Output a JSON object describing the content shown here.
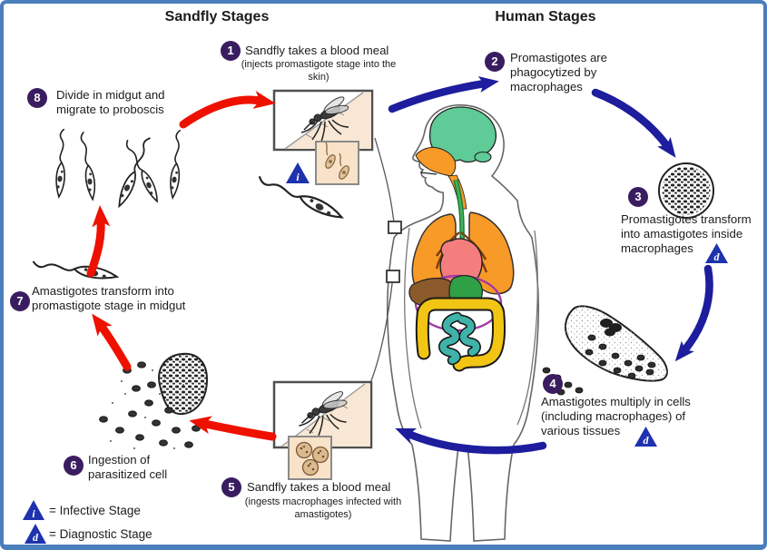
{
  "titles": {
    "left": "Sandfly Stages",
    "right": "Human Stages"
  },
  "stages": [
    {
      "num": "1",
      "text": "Sandfly takes a blood meal",
      "subtext": "(injects promastigote stage into the skin)",
      "marker": "i"
    },
    {
      "num": "2",
      "text": "Promastigotes are phagocytized by macrophages"
    },
    {
      "num": "3",
      "text": "Promastigotes transform into amastigotes inside macrophages",
      "marker": "d"
    },
    {
      "num": "4",
      "text": "Amastigotes multiply in cells (including macrophages) of various tissues",
      "marker": "d"
    },
    {
      "num": "5",
      "text": "Sandfly takes a blood meal",
      "subtext": "(ingests macrophages infected with amastigotes)"
    },
    {
      "num": "6",
      "text": "Ingestion of parasitized cell"
    },
    {
      "num": "7",
      "text": "Amastigotes transform into promastigote stage in midgut"
    },
    {
      "num": "8",
      "text": "Divide in midgut and migrate to proboscis"
    }
  ],
  "legend": {
    "items": [
      {
        "symbol": "i",
        "label": "= Infective Stage"
      },
      {
        "symbol": "d",
        "label": "= Diagnostic Stage"
      }
    ]
  },
  "colors": {
    "border": "#4a7ebc",
    "red": "#ee1100",
    "blue": "#1d1d9e",
    "purple": "#3a1d60",
    "tri": "#1e32ae",
    "ink": "#1c1c1c",
    "inset": "#f8e3c8"
  }
}
